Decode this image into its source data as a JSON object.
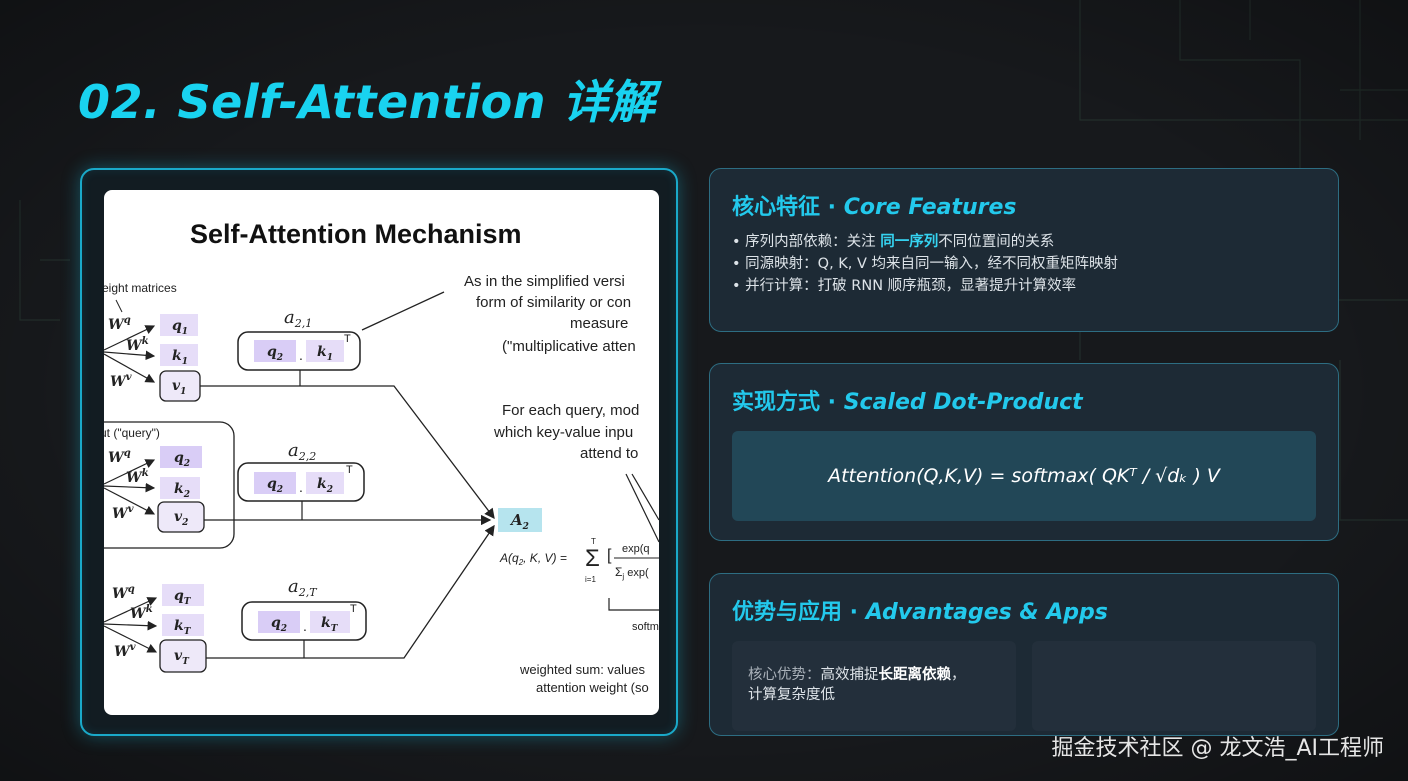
{
  "slide": {
    "title": "02. Self-Attention 详解",
    "watermark": "掘金技术社区 @ 龙文浩_AI工程师"
  },
  "colors": {
    "accent": "#19d3f0",
    "background": "#17191c",
    "card_bg": "#1d2a35",
    "card_border": "#2d6d82",
    "formula_bg": "#224757",
    "figure_highlight": "#d9cdf6",
    "figure_output": "#b6e4ee"
  },
  "figure": {
    "title": "Self-Attention Mechanism",
    "weight_label": "eight matrices",
    "input_label": "ut (\"query\")",
    "a21": "a",
    "a21_sub": "2,1",
    "a22": "a",
    "a22_sub": "2,2",
    "a2T": "a",
    "a2T_sub": "2,T",
    "transpose": "T",
    "dot": ".",
    "q2": "q",
    "q2_sub": "2",
    "k1": "k",
    "k1_sub": "1",
    "k2": "k",
    "k2_sub": "2",
    "kT": "k",
    "kT_sub": "T",
    "q1": "q",
    "q1_sub": "1",
    "v1": "v",
    "v1_sub": "1",
    "v2": "v",
    "v2_sub": "2",
    "qT": "q",
    "qT_sub": "T",
    "vT": "v",
    "vT_sub": "T",
    "Wq": "W",
    "Wq_sup": "q",
    "Wk": "W",
    "Wk_sup": "k",
    "Wv": "W",
    "Wv_sup": "v",
    "A2": "A",
    "A2_sub": "2",
    "note1_l1": "As in the simplified versi",
    "note1_l2": "form of similarity or con",
    "note1_l3": "measure",
    "note1_l4": "(\"multiplicative atten",
    "note2_l1": "For each query, mod",
    "note2_l2": "which key-value inpu",
    "note2_l3": "attend to",
    "formula_lhs": "A(q",
    "formula_lhs_sub": "2",
    "formula_lhs_rest": ", K, V) =",
    "sum": "Σ",
    "sum_top": "T",
    "sum_bot": "i=1",
    "frac_num": "exp(q",
    "frac_den": "Σ",
    "frac_den_sub": "j",
    "frac_den_rest": " exp(",
    "softm": "softm",
    "ws_l1": "weighted sum: values",
    "ws_l2": "attention weight (so"
  },
  "card_core": {
    "title_cn": "核心特征 · ",
    "title_en": "Core Features",
    "bullets": [
      {
        "pre": "• 序列内部依赖：关注 ",
        "hl": "同一序列",
        "post": "不同位置间的关系"
      },
      {
        "pre": "• 同源映射：Q, K, V 均来自同一输入，经不同权重矩阵映射",
        "hl": "",
        "post": ""
      },
      {
        "pre": "• 并行计算：打破 RNN 顺序瓶颈，显著提升计算效率",
        "hl": "",
        "post": ""
      }
    ]
  },
  "card_impl": {
    "title_cn": "实现方式 · ",
    "title_en": "Scaled Dot-Product",
    "formula": "Attention(Q,K,V) = softmax( QKᵀ / √dₖ  ) V"
  },
  "card_adv": {
    "title_cn": "优势与应用 · ",
    "title_en": "Advantages & Apps",
    "box1_label": "核心优势：",
    "box1_pre": "高效捕捉",
    "box1_bold": "长距离依赖",
    "box1_post": "，",
    "box1_line2": "计算复杂度低"
  }
}
